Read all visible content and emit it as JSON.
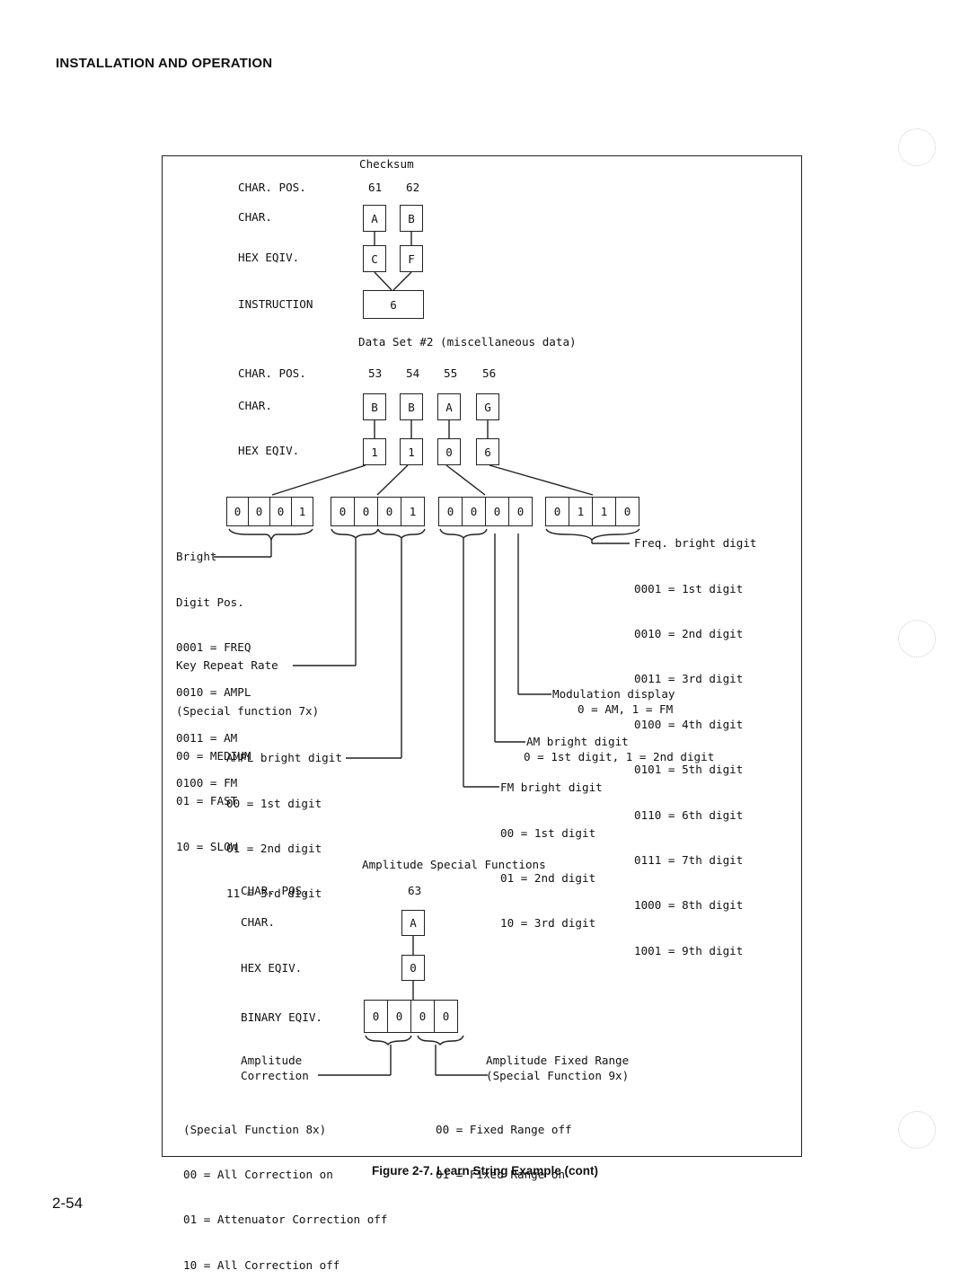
{
  "header": "INSTALLATION AND OPERATION",
  "page_number": "2-54",
  "caption": "Figure 2-7. Learn String Example (cont)",
  "checksum": {
    "title": "Checksum",
    "row_labels": {
      "char_pos": "CHAR. POS.",
      "char": "CHAR.",
      "hex": "HEX EQIV.",
      "instruction": "INSTRUCTION"
    },
    "positions": [
      "61",
      "62"
    ],
    "chars": [
      "A",
      "B"
    ],
    "hex": [
      "C",
      "F"
    ],
    "instruction": "6"
  },
  "data_set": {
    "title": "Data Set #2 (miscellaneous data)",
    "row_labels": {
      "char_pos": "CHAR. POS.",
      "char": "CHAR.",
      "hex": "HEX EQIV."
    },
    "positions": [
      "53",
      "54",
      "55",
      "56"
    ],
    "chars": [
      "B",
      "B",
      "A",
      "G"
    ],
    "hex": [
      "1",
      "1",
      "0",
      "6"
    ],
    "bits": [
      [
        "0",
        "0",
        "0",
        "1"
      ],
      [
        "0",
        "0",
        "0",
        "1"
      ],
      [
        "0",
        "0",
        "0",
        "0"
      ],
      [
        "0",
        "1",
        "1",
        "0"
      ]
    ],
    "bright_digit": {
      "title": "Bright",
      "lines": [
        "Digit Pos.",
        "0001 = FREQ",
        "0010 = AMPL",
        "0011 = AM",
        "0100 = FM"
      ]
    },
    "key_repeat": {
      "title": "Key Repeat Rate",
      "lines": [
        "(Special function 7x)",
        "00 = MEDIUM",
        "01 = FAST",
        "10 = SLOW"
      ]
    },
    "ampl_bright": {
      "title": "AMPL bright digit",
      "lines": [
        "00 = 1st digit",
        "01 = 2nd digit",
        "11 = 3rd digit"
      ]
    },
    "fm_bright": {
      "title": "FM bright digit",
      "lines": [
        "00 = 1st digit",
        "01 = 2nd digit",
        "10 = 3rd digit"
      ]
    },
    "am_bright": {
      "title": "AM bright digit",
      "lines": [
        "0 = 1st digit, 1 = 2nd digit"
      ]
    },
    "modulation": {
      "title": "Modulation display",
      "lines": [
        "0 = AM, 1 = FM"
      ]
    },
    "freq_bright": {
      "title": "Freq. bright digit",
      "lines": [
        "0001 = 1st digit",
        "0010 = 2nd digit",
        "0011 = 3rd digit",
        "0100 = 4th digit",
        "0101 = 5th digit",
        "0110 = 6th digit",
        "0111 = 7th digit",
        "1000 = 8th digit",
        "1001 = 9th digit"
      ]
    }
  },
  "amplitude": {
    "title": "Amplitude Special Functions",
    "row_labels": {
      "char_pos": "CHAR. POS.",
      "char": "CHAR.",
      "hex": "HEX EQIV.",
      "binary": "BINARY EQIV."
    },
    "position": "63",
    "char": "A",
    "hex": "0",
    "bits": [
      "0",
      "0",
      "0",
      "0"
    ],
    "correction": {
      "title_1": "Amplitude",
      "title_2": "Correction",
      "lines": [
        "(Special Function 8x)",
        "00 = All Correction on",
        "01 = Attenuator Correction off",
        "10 = All Correction off"
      ]
    },
    "fixed_range": {
      "title_1": "Amplitude Fixed Range",
      "title_2": "(Special Function 9x)",
      "lines": [
        "00 = Fixed Range off",
        "01 = Fixed Range on"
      ]
    }
  }
}
